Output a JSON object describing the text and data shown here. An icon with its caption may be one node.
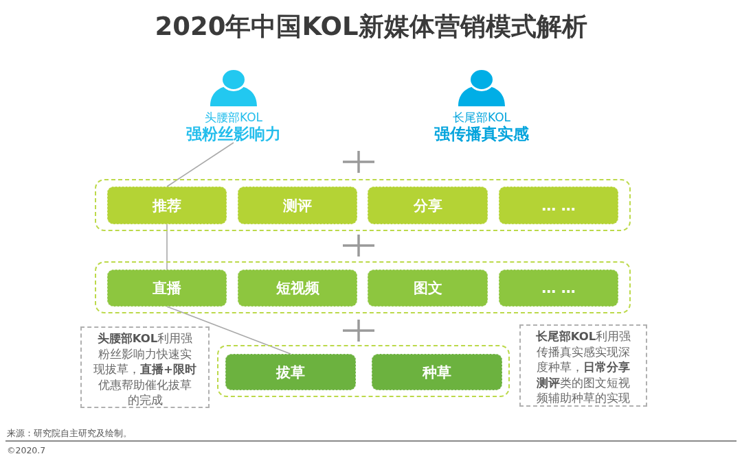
{
  "diagram": {
    "title": "2020年中国KOL新媒体营销模式解析",
    "nodes": [
      {
        "text": [
          "头腰部KOL",
          "强粉丝影响力"
        ]
      },
      {
        "text": [
          "长尾部KOL",
          "强传播真实感"
        ]
      },
      {
        "text": [],
        "shape": "box"
      },
      {
        "text": [
          "推荐"
        ],
        "in": 2
      },
      {
        "text": [
          "测评"
        ],
        "in": 2
      },
      {
        "text": [
          "分享"
        ],
        "in": 2
      },
      {
        "text": [
          "… …"
        ],
        "in": 2
      },
      {
        "text": [],
        "shape": "box"
      },
      {
        "text": [
          "直播"
        ],
        "in": 7
      },
      {
        "text": [
          "短视频"
        ],
        "in": 7
      },
      {
        "text": [
          "图文"
        ],
        "in": 7
      },
      {
        "text": [
          "… …"
        ],
        "in": 7
      },
      {
        "text": [
          "**头腰部KOL**利用强粉丝影响力快速实现拔草，**直播+限时**优惠帮助催化拔草的完成"
        ]
      },
      {
        "text": [],
        "shape": "box"
      },
      {
        "text": [
          "拔草"
        ],
        "in": 13
      },
      {
        "text": [
          "种草"
        ],
        "in": 13
      },
      {
        "text": [
          "**长尾部KOL**利用强传播真实感实现深度种草，**日常分享测评**类的图文短视频辅助种草的实现"
        ]
      }
    ],
    "edges": [
      {
        "from": 0,
        "to": 3,
        "arrow": "none"
      },
      {
        "from": 3,
        "to": 8,
        "arrow": "none"
      },
      {
        "from": 8,
        "to": 14,
        "arrow": "none"
      }
    ],
    "labels": [
      "来源：研究院自主研究及绘制。",
      "©2020.7"
    ]
  }
}
